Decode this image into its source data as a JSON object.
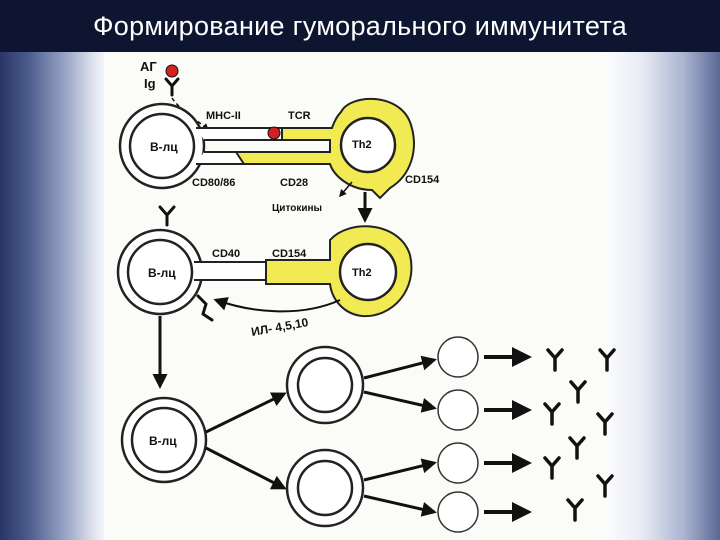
{
  "title": "Формирование гуморального иммунитета",
  "labels": {
    "ag": "АГ",
    "ig": "Ig",
    "mhc2": "МНС-II",
    "tcr": "TCR",
    "b_cell": "В-лц",
    "th2": "Th2",
    "cd80_86": "CD80/86",
    "cd28": "CD28",
    "cd154": "CD154",
    "cytokines": "Цитокины",
    "cd40": "CD40",
    "il": "ИЛ- 4,5,10"
  },
  "colors": {
    "title_bar": "#0d1530",
    "title_text": "#ffffff",
    "th2_fill": "#f2ea52",
    "antigen": "#d42020",
    "ink": "#111111"
  }
}
